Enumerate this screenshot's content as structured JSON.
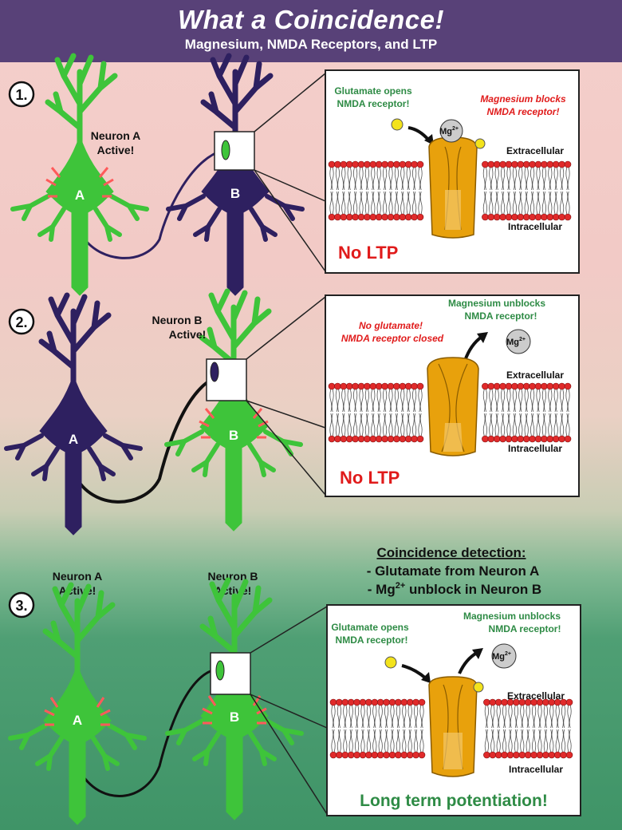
{
  "header": {
    "title": "What a Coincidence!",
    "subtitle": "Magnesium, NMDA Receptors, and LTP"
  },
  "colors": {
    "banner": "#584178",
    "active_neuron": "#3ec43a",
    "inactive_neuron": "#2e2060",
    "channel": "#e8a10c",
    "lipid_head": "#e02a2a",
    "green_text": "#2e8b45",
    "red_text": "#e01b1b"
  },
  "panels": [
    {
      "step": "1.",
      "neuron_a": {
        "letter": "A",
        "label_line1": "Neuron A",
        "label_line2": "Active!",
        "state": "active"
      },
      "neuron_b": {
        "letter": "B",
        "state": "inactive"
      },
      "inset": {
        "green_note_1": "Glutamate opens",
        "green_note_2": "NMDA receptor!",
        "red_note_1": "Magnesium blocks",
        "red_note_2": "NMDA receptor!",
        "mg_label": "Mg",
        "mg_charge": "2+",
        "extracellular": "Extracellular",
        "intracellular": "Intracellular",
        "result": "No LTP"
      }
    },
    {
      "step": "2.",
      "neuron_a": {
        "letter": "A",
        "state": "inactive"
      },
      "neuron_b": {
        "letter": "B",
        "label_line1": "Neuron B",
        "label_line2": "Active!",
        "state": "active"
      },
      "inset": {
        "red_note_1": "No glutamate!",
        "red_note_2": "NMDA receptor closed",
        "green_note_1": "Magnesium unblocks",
        "green_note_2": "NMDA receptor!",
        "mg_label": "Mg",
        "mg_charge": "2+",
        "extracellular": "Extracellular",
        "intracellular": "Intracellular",
        "result": "No LTP"
      }
    },
    {
      "step": "3.",
      "neuron_a": {
        "letter": "A",
        "label_line1": "Neuron A",
        "label_line2": "Active!",
        "state": "active"
      },
      "neuron_b": {
        "letter": "B",
        "label_line1": "Neuron B",
        "label_line2": "Active!",
        "state": "active"
      },
      "inset": {
        "green_note_1": "Glutamate opens",
        "green_note_2": "NMDA receptor!",
        "green_note_3": "Magnesium unblocks",
        "green_note_4": "NMDA receptor!",
        "mg_label": "Mg",
        "mg_charge": "2+",
        "extracellular": "Extracellular",
        "intracellular": "Intracellular",
        "result": "Long term potentiation!"
      }
    }
  ],
  "coincidence": {
    "heading": "Coincidence detection:",
    "line1": "- Glutamate from Neuron A",
    "line2_pre": "- Mg",
    "line2_sup": "2+",
    "line2_post": " unblock in Neuron B"
  }
}
